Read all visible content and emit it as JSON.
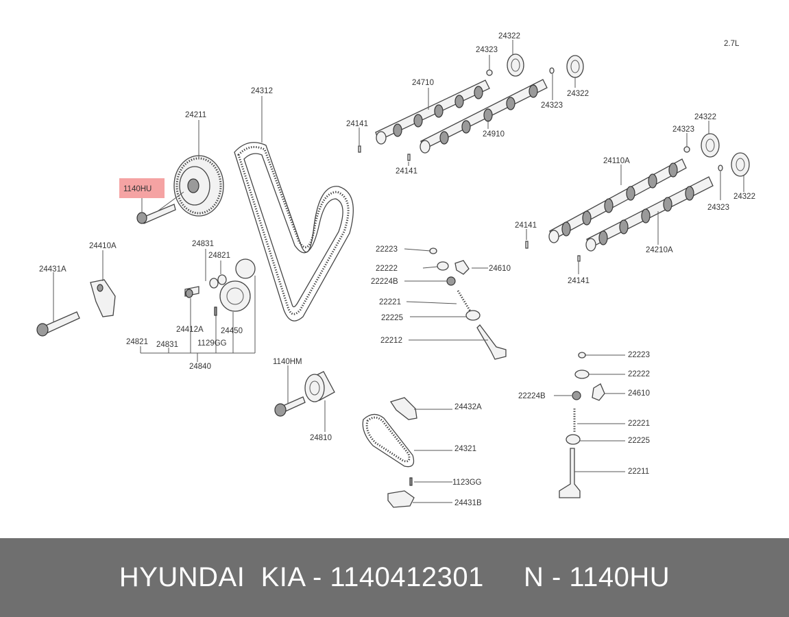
{
  "colors": {
    "footer_bg": "#6f6f6f",
    "footer_text": "#ffffff",
    "highlight": "#f28c8c"
  },
  "diagram": {
    "engine": "2.7L",
    "highlighted_part": "1140HU",
    "parts": {
      "p24322a": "24322",
      "p24323a": "24323",
      "p24322b": "24322",
      "p24323b": "24323",
      "p24710": "24710",
      "p24910": "24910",
      "p24141a": "24141",
      "p24141b": "24141",
      "p24312": "24312",
      "p24211": "24211",
      "p1140HU": "1140HU",
      "p24322c": "24322",
      "p24323c": "24323",
      "p24322d": "24322",
      "p24323d": "24323",
      "p24110A": "24110A",
      "p24141c": "24141",
      "p24210A": "24210A",
      "p24141d": "24141",
      "p24410A": "24410A",
      "p24431A": "24431A",
      "p24831a": "24831",
      "p24821a": "24821",
      "p24412A": "24412A",
      "p24450": "24450",
      "p1129GG": "1129GG",
      "p24821b": "24821",
      "p24831b": "24831",
      "p24840": "24840",
      "p22223a": "22223",
      "p22222a": "22222",
      "p24610a": "24610",
      "p22224Ba": "22224B",
      "p22221a": "22221",
      "p22225a": "22225",
      "p22212": "22212",
      "p1140HM": "1140HM",
      "p24810": "24810",
      "p22223b": "22223",
      "p22222b": "22222",
      "p22224Bb": "22224B",
      "p24610b": "24610",
      "p22221b": "22221",
      "p22225b": "22225",
      "p22211": "22211",
      "p24432A": "24432A",
      "p24321": "24321",
      "p1123GG": "1123GG",
      "p24431B": "24431B"
    }
  },
  "footer": {
    "text": "HYUNDAI  KIA - 1140412301     N - 1140HU"
  }
}
